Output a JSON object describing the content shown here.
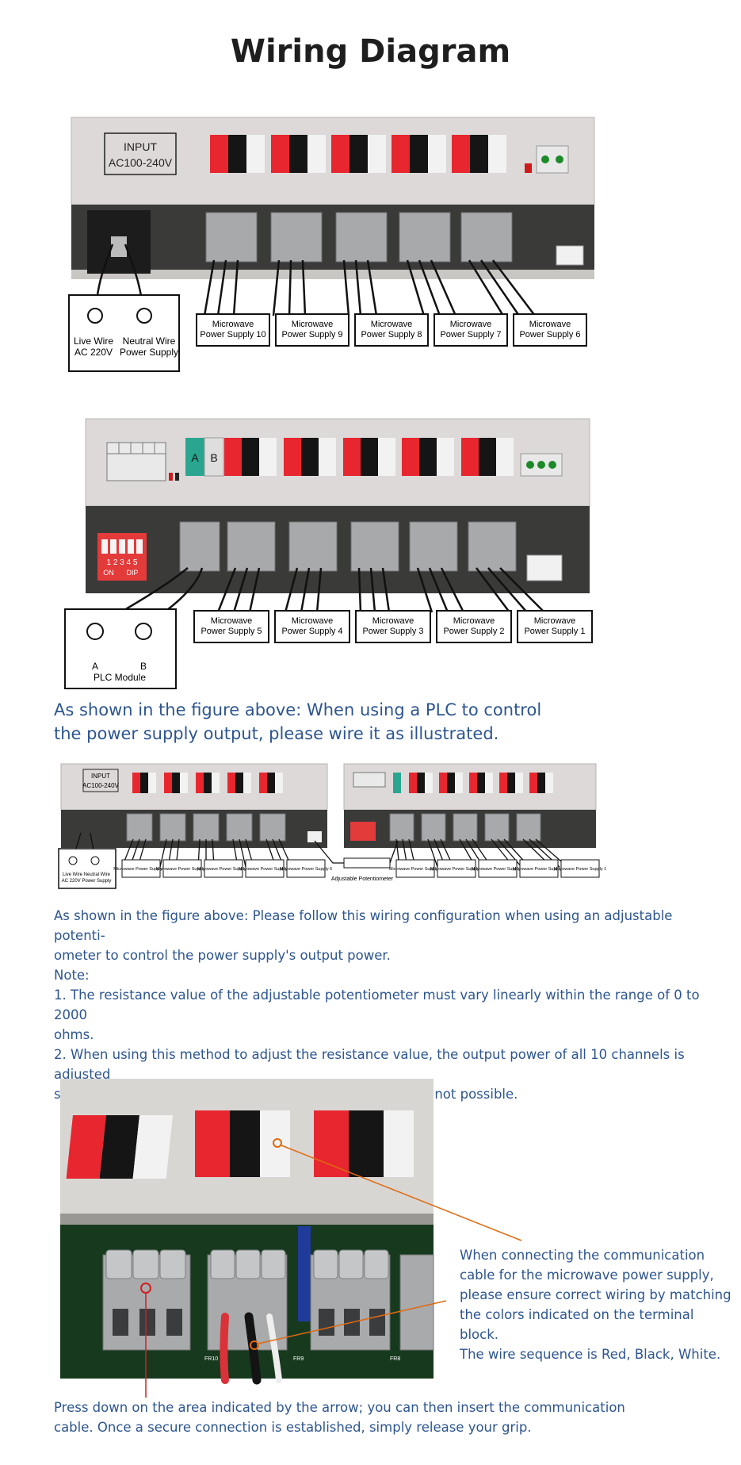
{
  "page_title": "Wiring Diagram",
  "diagram1": {
    "panel_label_line1": "INPUT",
    "panel_label_line2": "AC100-240V",
    "input_box": {
      "line1_left": "Live Wire",
      "line1_right": "Neutral Wire",
      "line2_left": "AC 220V",
      "line2_right": "Power Supply"
    },
    "supplies": [
      {
        "line1": "Microwave",
        "line2": "Power Supply 10"
      },
      {
        "line1": "Microwave",
        "line2": "Power Supply 9"
      },
      {
        "line1": "Microwave",
        "line2": "Power Supply 8"
      },
      {
        "line1": "Microwave",
        "line2": "Power Supply 7"
      },
      {
        "line1": "Microwave",
        "line2": "Power Supply 6"
      }
    ]
  },
  "diagram2": {
    "terminal_a": "A",
    "terminal_b": "B",
    "dip_numbers": "1 2 3 4 5",
    "dip_on": "ON",
    "dip_label": "DIP",
    "plc_box": {
      "a": "A",
      "b": "B",
      "label": "PLC Module"
    },
    "supplies": [
      {
        "line1": "Microwave",
        "line2": "Power Supply 5"
      },
      {
        "line1": "Microwave",
        "line2": "Power Supply 4"
      },
      {
        "line1": "Microwave",
        "line2": "Power Supply 3"
      },
      {
        "line1": "Microwave",
        "line2": "Power Supply 2"
      },
      {
        "line1": "Microwave",
        "line2": "Power Supply 1"
      }
    ]
  },
  "plc_caption": {
    "line1": "As shown in the figure above: When using a PLC to control",
    "line2": "the power supply output, please wire it as illustrated."
  },
  "diagram3": {
    "panel_label_line1": "INPUT",
    "panel_label_line2": "AC100-240V",
    "input_line1": "Live Wire  Neutral Wire",
    "input_line2": "AC 220V Power Supply",
    "potentiometer_label": "Adjustable Potentiometer",
    "left_supplies": [
      "Microwave Power Supply 10",
      "Microwave Power Supply 9",
      "Microwave Power Supply 8",
      "Microwave Power Supply 7",
      "Microwave Power Supply 6"
    ],
    "right_supplies": [
      "Microwave Power Supply 5",
      "Microwave Power Supply 4",
      "Microwave Power Supply 3",
      "Microwave Power Supply 2",
      "Microwave Power Supply 1"
    ]
  },
  "pot_caption": {
    "line1": "As shown in the figure above: Please follow this wiring configuration when using an adjustable potenti-",
    "line2": "ometer to control the power supply's output power.",
    "line3": "Note:",
    "line4": "1. The resistance value of the adjustable potentiometer must vary linearly within the range of 0 to 2000",
    "line5": "ohms.",
    "line6": "2. When using this method to adjust the resistance value, the output power of all 10 channels is adjusted",
    "line7": "simultaneously; individual control of separate channels is not possible."
  },
  "photo_labels": {
    "left": "FR10",
    "middle": "FR9",
    "right": "FR8"
  },
  "connection_note": {
    "line1": "When connecting the communication",
    "line2": "cable for the microwave power supply,",
    "line3": "please ensure correct wiring by matching",
    "line4": "the colors indicated on the terminal block.",
    "line5": "The wire sequence is Red, Black, White."
  },
  "press_note": {
    "line1": "Press down on the area indicated by the arrow; you can then insert the communication",
    "line2": "cable. Once a secure connection is established, simply release your grip."
  },
  "colors": {
    "text_blue": "#2d5590",
    "callout_orange": "#e06a10",
    "callout_red": "#d02020",
    "terminal_red": "#e8262f"
  }
}
